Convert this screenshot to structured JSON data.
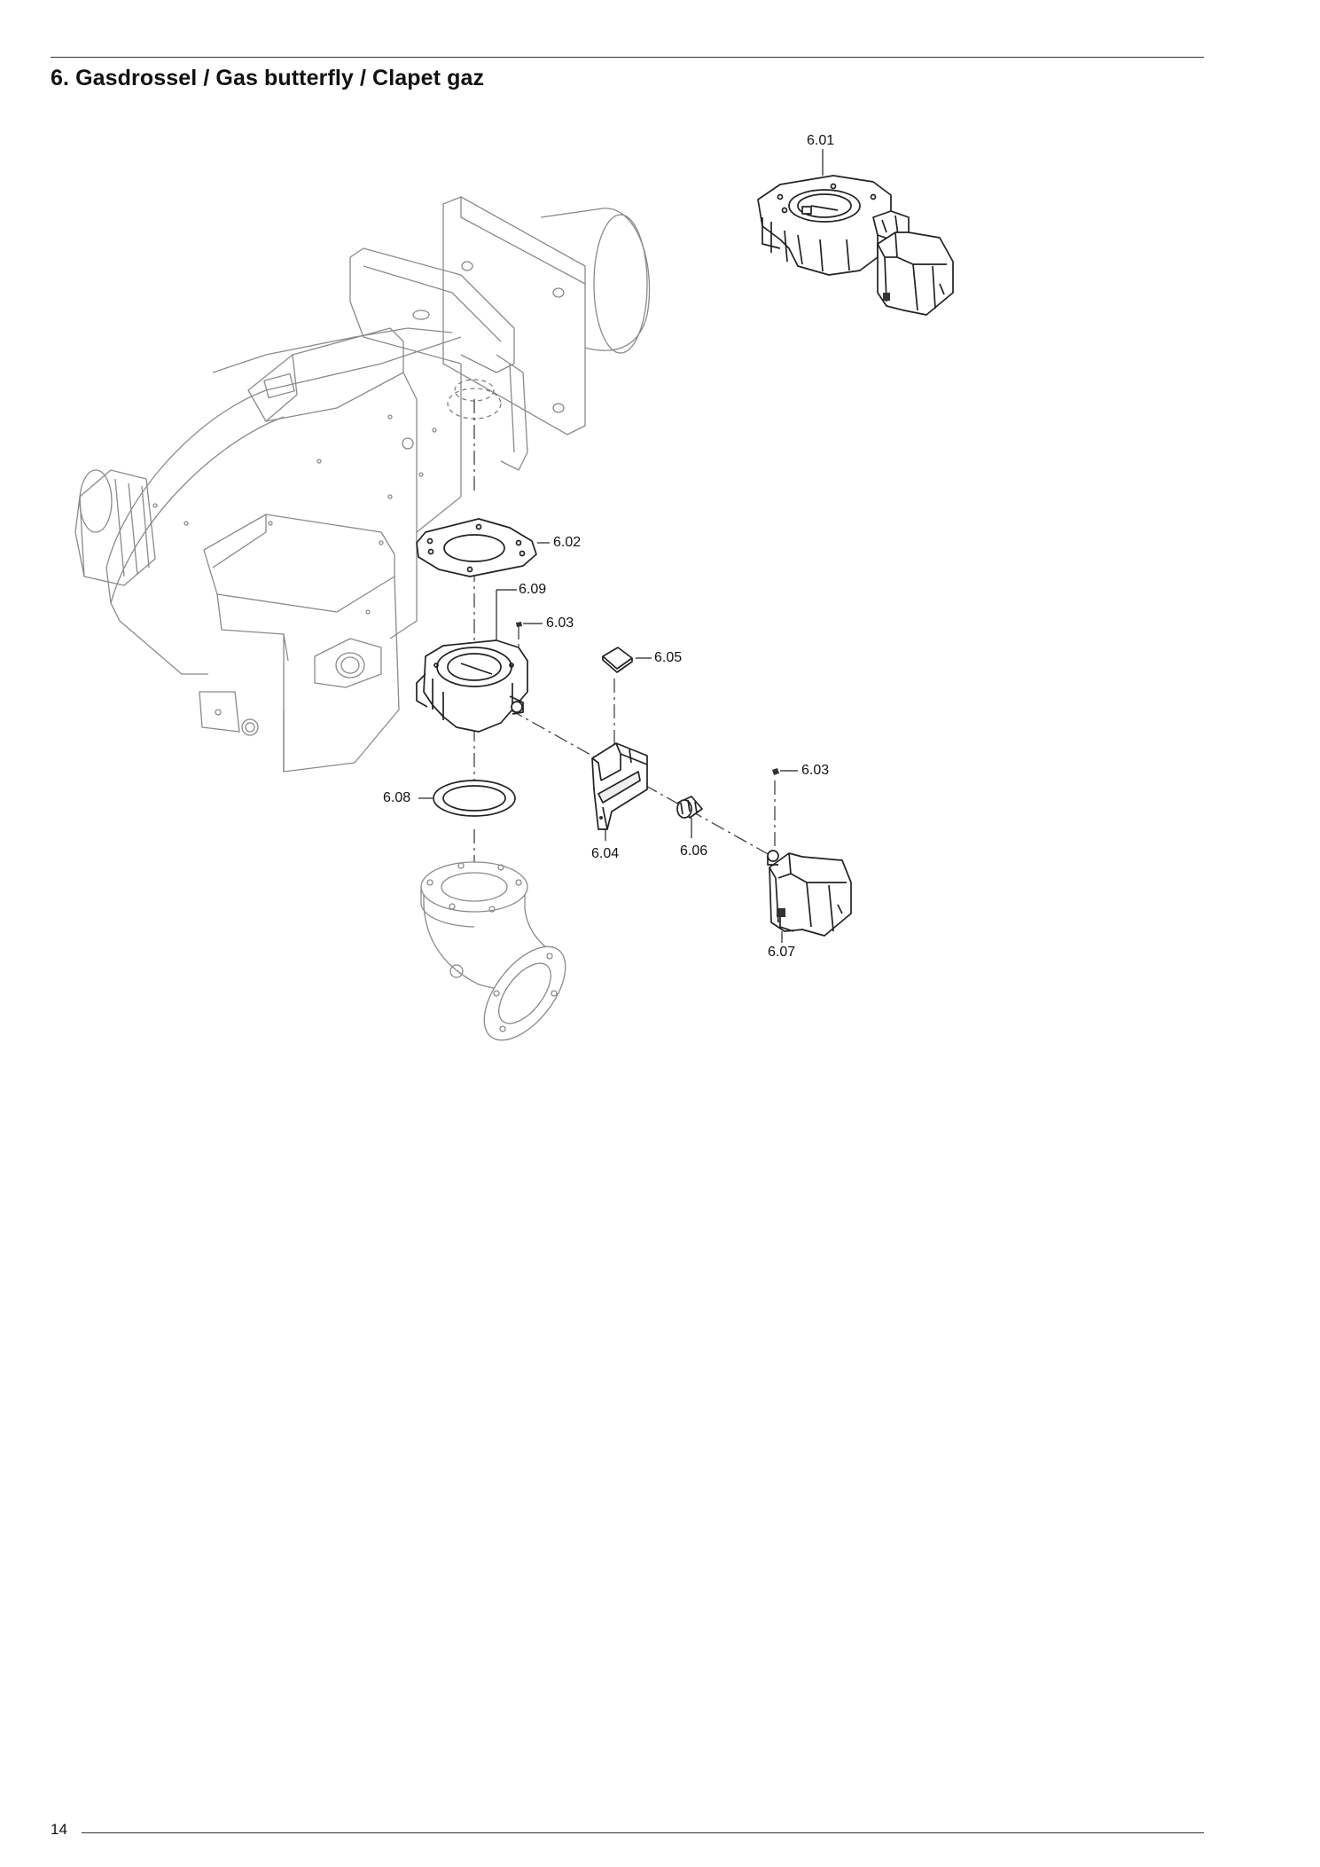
{
  "title": "6. Gasdrossel / Gas butterfly / Clapet gaz",
  "page_number": "14",
  "callouts": {
    "c601": "6.01",
    "c602": "6.02",
    "c603a": "6.03",
    "c603b": "6.03",
    "c604": "6.04",
    "c605": "6.05",
    "c606": "6.06",
    "c607": "6.07",
    "c608": "6.08",
    "c609": "6.09"
  }
}
